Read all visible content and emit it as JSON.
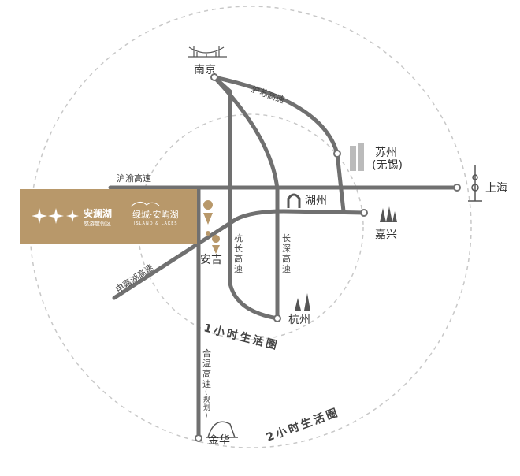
{
  "colors": {
    "road": "#707070",
    "ring": "#c8c8c8",
    "banner": "#b8986a",
    "pin": "#b8986a",
    "text": "#333333"
  },
  "cities": {
    "nanjing": "南京",
    "suzhou": "苏州",
    "wuxi": "(无锡)",
    "shanghai": "上海",
    "huzhou": "湖州",
    "jiaxing": "嘉兴",
    "anji": "安吉",
    "hangzhou": "杭州",
    "jinhua": "金华"
  },
  "roads": {
    "hu_ning": "沪苏高速",
    "hu_yu": "沪渝高速",
    "shen_jia_hu": "申嘉湖高速",
    "hang_chang": [
      "杭",
      "长",
      "高",
      "速"
    ],
    "chang_shen": [
      "长",
      "深",
      "高",
      "速"
    ],
    "he_wen": [
      "合",
      "温",
      "高",
      "速"
    ],
    "he_wen_note": [
      "(",
      "规",
      "划",
      ")"
    ]
  },
  "rings": {
    "one_hour": "1小时生活圈",
    "two_hour": "2小时生活圈"
  },
  "brand": {
    "name_a": "安澜湖",
    "sub_a": "悠游度假区",
    "name_b": "绿城·安屿湖",
    "sub_b": "ISLAND & LAKES"
  },
  "icons": [
    "bridge-icon",
    "garden-icon",
    "arch-bridge-icon",
    "tv-tower-icon",
    "forest-icon",
    "pagoda-icon",
    "building-icon",
    "location-pin-icon"
  ]
}
